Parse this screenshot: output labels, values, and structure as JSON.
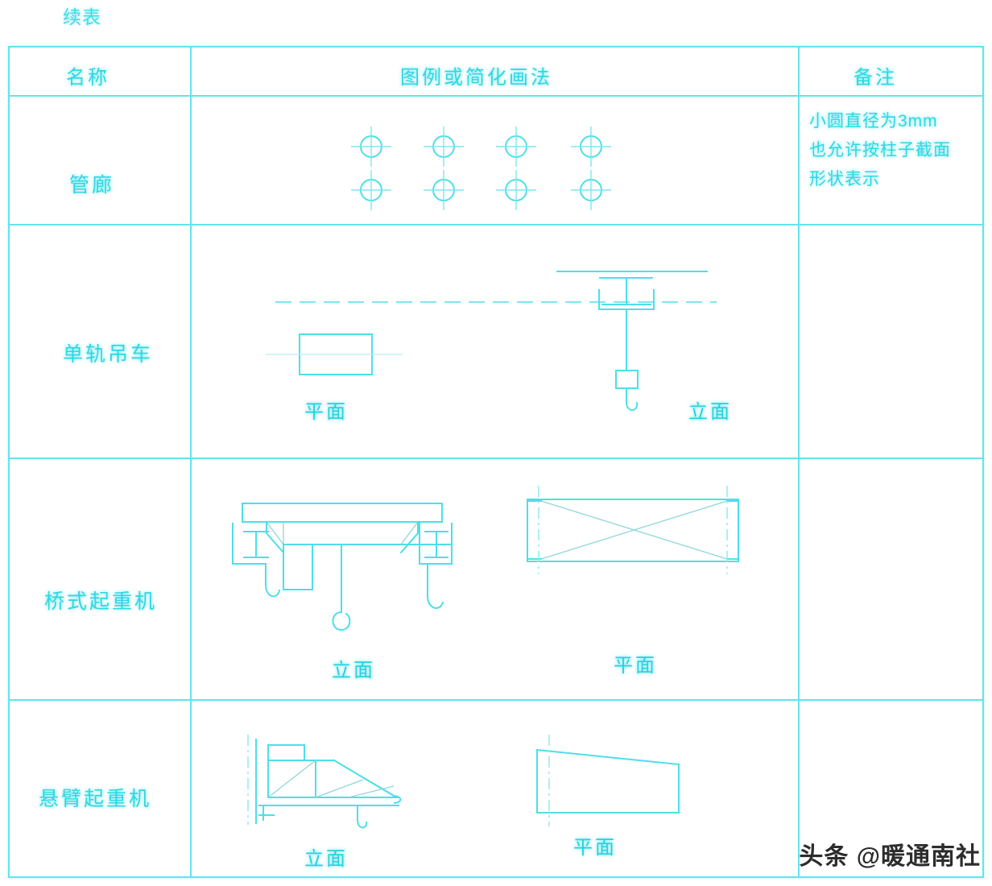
{
  "page": {
    "title": "续表",
    "watermark": "头条 @暖通南社",
    "accent_color": "#4ddfe9",
    "background_color": "#ffffff"
  },
  "table": {
    "headers": [
      {
        "key": "name",
        "label": "名称"
      },
      {
        "key": "symbol",
        "label": "图例或简化画法"
      },
      {
        "key": "remark",
        "label": "备注"
      }
    ],
    "rows": [
      {
        "name": "管廊",
        "symbol_type": "column-grid-crosshairs",
        "symbol_description": "两行四列带十字中心线的小圆",
        "views": [],
        "remark_lines": [
          "小圆直径为3mm",
          "也允许按柱子截面",
          "形状表示"
        ]
      },
      {
        "name": "单轨吊车",
        "symbol_type": "monorail-hoist",
        "symbol_description": "平面为矩形带中心线，立面为工字轨道、吊钩与点划线轨道中心线",
        "views": [
          {
            "label": "平面"
          },
          {
            "label": "立面"
          }
        ],
        "remark_lines": []
      },
      {
        "name": "桥式起重机",
        "symbol_type": "overhead-travelling-crane",
        "symbol_description": "立面为桥架、端梁工字轨与吊钩；平面为带对角交叉线的矩形及两端轨道中心线",
        "views": [
          {
            "label": "立面"
          },
          {
            "label": "平面"
          }
        ],
        "remark_lines": []
      },
      {
        "name": "悬臂起重机",
        "symbol_type": "jib-crane",
        "symbol_description": "立面为墙柱加斜撑悬臂梁与吊钩；平面为渐缩四边形及回转中心线",
        "views": [
          {
            "label": "立面"
          },
          {
            "label": "平面"
          }
        ],
        "remark_lines": []
      }
    ]
  }
}
